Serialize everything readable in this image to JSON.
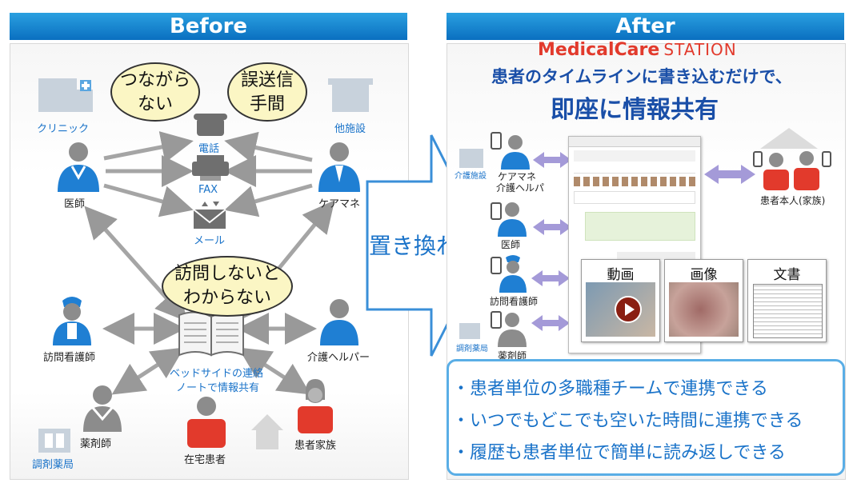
{
  "before": {
    "header": "Before",
    "bubbles": {
      "left": [
        "つながら",
        "ない"
      ],
      "right": [
        "誤送信",
        "手間"
      ],
      "center": [
        "訪問しないと",
        "わからない"
      ]
    },
    "labels": {
      "clinic": "クリニック",
      "other_facility": "他施設",
      "doctor": "医師",
      "care_manager": "ケアマネ",
      "phone": "電話",
      "fax": "FAX",
      "mail": "メール",
      "visiting_nurse": "訪問看護師",
      "care_helper": "介護ヘルパー",
      "notebook": [
        "ベッドサイドの連絡",
        "ノートで情報共有"
      ],
      "pharmacist": "薬剤師",
      "home_patient": "在宅患者",
      "patient_family": "患者家族",
      "pharmacy": "調剤薬局"
    }
  },
  "middle": {
    "arrow_text": "置き換わる"
  },
  "after": {
    "header": "After",
    "brand_bold": "MedicalCare",
    "brand_light": "STATION",
    "headline1": "患者のタイムラインに書き込むだけで、",
    "headline2": "即座に情報共有",
    "labels": {
      "care_facility": "介護施設",
      "care_manager_helper": [
        "ケアマネ",
        "介護ヘルパ"
      ],
      "doctor": "医師",
      "visiting_nurse": "訪問看護師",
      "pharmacist": "薬剤師",
      "pharmacy": "調剤薬局",
      "patient_self": "患者本人(家族)"
    },
    "media": {
      "video": "動画",
      "image": "画像",
      "document": "文書"
    },
    "bullets": [
      "患者単位の多職種チームで連携できる",
      "いつでもどこでも空いた時間に連携できる",
      "履歴も患者単位で簡単に読み返しできる"
    ]
  },
  "colors": {
    "blue": "#1a73c9",
    "header": "#0a6fc0",
    "red": "#e23a2c",
    "gray": "#8c8c8c",
    "purple": "#a49ad8"
  }
}
